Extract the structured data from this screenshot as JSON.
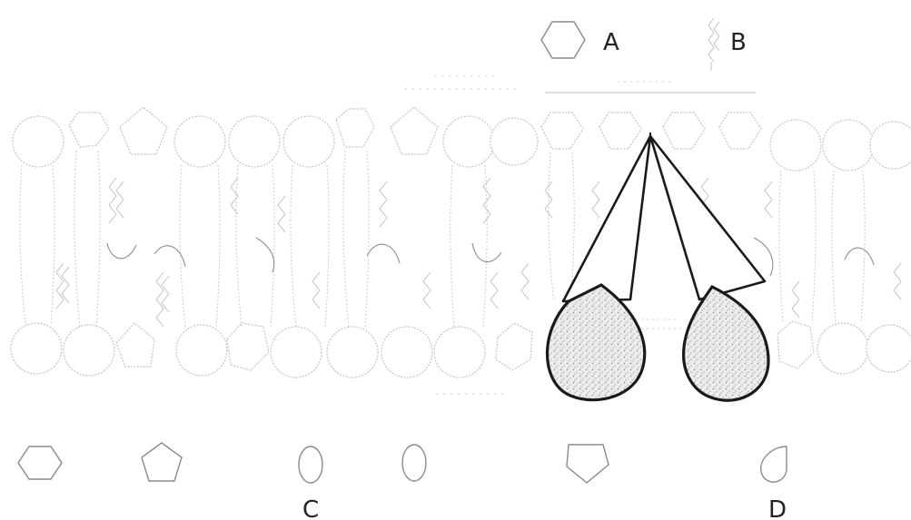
{
  "labels": {
    "a": "A",
    "b": "B",
    "c": "C",
    "d": "D"
  },
  "colors": {
    "outline": "#c4c4c4",
    "transporter_outline": "#1a1a1a",
    "label_text": "#222222"
  }
}
